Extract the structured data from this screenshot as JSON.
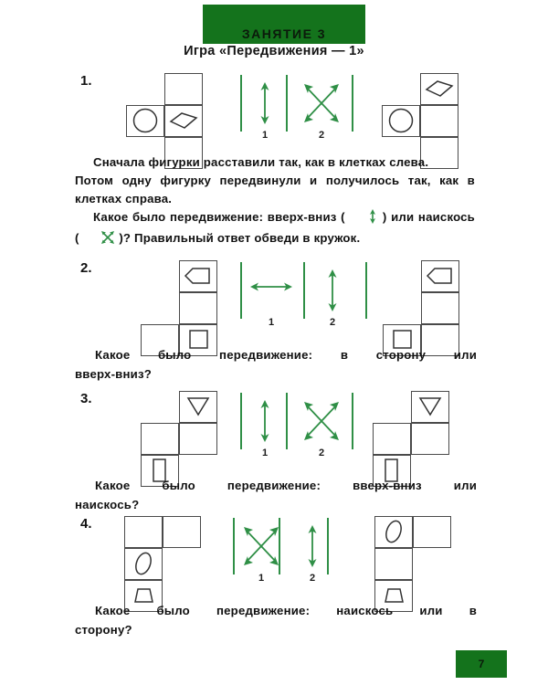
{
  "header": {
    "band_text": "ЗАНЯТИЕ  3",
    "band_color": "#14731c",
    "game_title": "Игра «Передвижения — 1»"
  },
  "colors": {
    "green": "#2f8f46",
    "band_green": "#14731c",
    "cell_stroke": "#4a4a4a",
    "text": "#111111"
  },
  "exercises": [
    {
      "number": "1.",
      "option1_label": "1",
      "option2_label": "2",
      "option1_icon": "vertical-double-arrow",
      "option2_icon": "diagonal-cross-arrows",
      "left_figure": {
        "shape": "plus",
        "cells": [
          {
            "row": 0,
            "col": 1,
            "glyph": "none"
          },
          {
            "row": 1,
            "col": 0,
            "glyph": "circle"
          },
          {
            "row": 1,
            "col": 1,
            "glyph": "diamond"
          },
          {
            "row": 2,
            "col": 1,
            "glyph": "none"
          }
        ]
      },
      "right_figure": {
        "shape": "plus",
        "cells": [
          {
            "row": 0,
            "col": 1,
            "glyph": "diamond"
          },
          {
            "row": 1,
            "col": 0,
            "glyph": "circle"
          },
          {
            "row": 1,
            "col": 1,
            "glyph": "none"
          },
          {
            "row": 2,
            "col": 1,
            "glyph": "none"
          }
        ]
      }
    },
    {
      "number": "2.",
      "option1_label": "1",
      "option2_label": "2",
      "option1_icon": "horizontal-double-arrow",
      "option2_icon": "vertical-double-arrow",
      "left_figure": {
        "shape": "el",
        "cells": [
          {
            "row": 0,
            "col": 1,
            "glyph": "pentagon-left"
          },
          {
            "row": 1,
            "col": 1,
            "glyph": "none"
          },
          {
            "row": 2,
            "col": 0,
            "glyph": "none"
          },
          {
            "row": 2,
            "col": 1,
            "glyph": "square"
          }
        ]
      },
      "right_figure": {
        "shape": "el",
        "cells": [
          {
            "row": 0,
            "col": 1,
            "glyph": "pentagon-left"
          },
          {
            "row": 1,
            "col": 1,
            "glyph": "none"
          },
          {
            "row": 2,
            "col": 0,
            "glyph": "square"
          },
          {
            "row": 2,
            "col": 1,
            "glyph": "none"
          }
        ]
      }
    },
    {
      "number": "3.",
      "option1_label": "1",
      "option2_label": "2",
      "option1_icon": "vertical-double-arrow",
      "option2_icon": "diagonal-cross-arrows",
      "left_figure": {
        "shape": "zigzag",
        "cells": [
          {
            "row": 0,
            "col": 1,
            "glyph": "triangle-down"
          },
          {
            "row": 1,
            "col": 0,
            "glyph": "none"
          },
          {
            "row": 1,
            "col": 1,
            "glyph": "none"
          },
          {
            "row": 2,
            "col": 0,
            "glyph": "rect-tall"
          }
        ]
      },
      "right_figure": {
        "shape": "zigzag",
        "cells": [
          {
            "row": 0,
            "col": 1,
            "glyph": "triangle-down"
          },
          {
            "row": 1,
            "col": 0,
            "glyph": "none"
          },
          {
            "row": 1,
            "col": 1,
            "glyph": "none"
          },
          {
            "row": 2,
            "col": 0,
            "glyph": "rect-tall"
          }
        ]
      }
    },
    {
      "number": "4.",
      "option1_label": "1",
      "option2_label": "2",
      "option1_icon": "diagonal-cross-arrows",
      "option2_icon": "vertical-double-arrow",
      "left_figure": {
        "shape": "fshape",
        "cells": [
          {
            "row": 0,
            "col": 0,
            "glyph": "none"
          },
          {
            "row": 0,
            "col": 1,
            "glyph": "none"
          },
          {
            "row": 1,
            "col": 0,
            "glyph": "ellipse"
          },
          {
            "row": 2,
            "col": 0,
            "glyph": "trapezoid"
          }
        ]
      },
      "right_figure": {
        "shape": "fshape",
        "cells": [
          {
            "row": 0,
            "col": 0,
            "glyph": "ellipse"
          },
          {
            "row": 0,
            "col": 1,
            "glyph": "none"
          },
          {
            "row": 1,
            "col": 0,
            "glyph": "none"
          },
          {
            "row": 2,
            "col": 0,
            "glyph": "trapezoid"
          }
        ]
      }
    }
  ],
  "prose": {
    "line1": "Сначала фигурки расставили так, как в клетках слева.",
    "line2": "Потом одну фигурку передвинули и получилось так, как в клетках справа.",
    "line3_a": "Какое было передвижение: вверх-вниз (",
    "line3_b": ") или наискось (",
    "line3_c": ")? Правильный ответ обведи в кружок."
  },
  "questions": {
    "q2_line1": "Какое было передвижение: в сторону или",
    "q2_line2": "вверх-вниз?",
    "q3_line1": "Какое было передвижение: вверх-вниз или",
    "q3_line2": "наискось?",
    "q4_line1": "Какое было передвижение: наискось или в",
    "q4_line2": "сторону?"
  },
  "footer": {
    "page_number": "7"
  }
}
